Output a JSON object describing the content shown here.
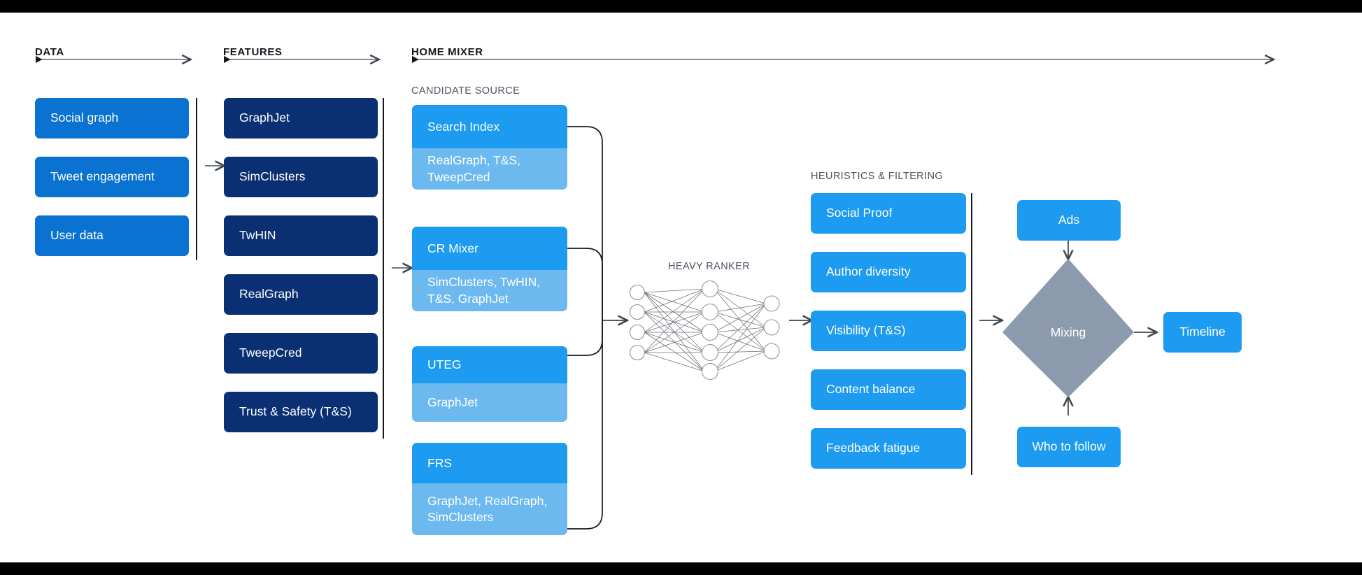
{
  "sections": {
    "data": {
      "title": "DATA"
    },
    "features": {
      "title": "FEATURES"
    },
    "home_mixer": {
      "title": "HOME MIXER"
    },
    "candidate_source": {
      "title": "CANDIDATE SOURCE"
    },
    "heavy_ranker": {
      "title": "HEAVY RANKER"
    },
    "heuristics": {
      "title": "HEURISTICS & FILTERING"
    }
  },
  "colors": {
    "data_blue": "#0a72d0",
    "feature_navy": "#0a2f72",
    "card_head_blue": "#1d9bf0",
    "card_body_blue": "#6cb9f0",
    "filter_blue": "#1d9bf0",
    "output_blue": "#1d9bf0",
    "diamond_gray": "#8b9aac",
    "line_gray": "#5b6570",
    "divider_black": "#16191c"
  },
  "data_boxes": [
    {
      "label": "Social graph"
    },
    {
      "label": "Tweet engagement"
    },
    {
      "label": "User data"
    }
  ],
  "feature_boxes": [
    {
      "label": "GraphJet"
    },
    {
      "label": "SimClusters"
    },
    {
      "label": "TwHIN"
    },
    {
      "label": "RealGraph"
    },
    {
      "label": "TweepCred"
    },
    {
      "label": "Trust & Safety (T&S)"
    }
  ],
  "candidate_sources": [
    {
      "name": "Search Index",
      "features": "RealGraph, T&S, TweepCred"
    },
    {
      "name": "CR Mixer",
      "features": "SimClusters, TwHIN, T&S, GraphJet"
    },
    {
      "name": "UTEG",
      "features": "GraphJet"
    },
    {
      "name": "FRS",
      "features": "GraphJet, RealGraph, SimClusters"
    }
  ],
  "heuristic_boxes": [
    {
      "label": "Social Proof"
    },
    {
      "label": "Author diversity"
    },
    {
      "label": "Visibility (T&S)"
    },
    {
      "label": "Content balance"
    },
    {
      "label": "Feedback fatigue"
    }
  ],
  "mixing": {
    "label": "Mixing",
    "ads_label": "Ads",
    "who_to_follow_label": "Who to follow",
    "timeline_label": "Timeline"
  },
  "neural_net": {
    "input_nodes": 4,
    "hidden_nodes": 5,
    "output_nodes": 3
  }
}
